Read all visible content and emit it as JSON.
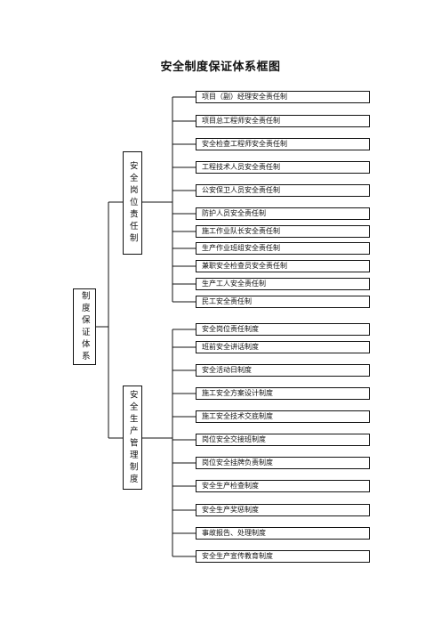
{
  "title": "安全制度保证体系框图",
  "root": {
    "label": "制度保证体系"
  },
  "groups": [
    {
      "label": "安全岗位责任制",
      "items": [
        "项目（副）经理安全责任制",
        "项目总工程师安全责任制",
        "安全检查工程师安全责任制",
        "工程技术人员安全责任制",
        "公安保卫人员安全责任制",
        "防护人员安全责任制",
        "施工作业队长安全责任制",
        "生产作业班组安全责任制",
        "兼职安全检查员安全责任制",
        "生产工人安全责任制",
        "民工安全责任制"
      ]
    },
    {
      "label": "安全生产管理制度",
      "items": [
        "安全岗位责任制度",
        "班前安全讲话制度",
        "安全活动日制度",
        "施工安全方案设计制度",
        "施工安全技术交底制度",
        "岗位安全交接班制度",
        "岗位安全挂牌负责制度",
        "安全生产检查制度",
        "安全生产奖惩制度",
        "事故报告、处理制度",
        "安全生产宣传教育制度"
      ]
    }
  ]
}
